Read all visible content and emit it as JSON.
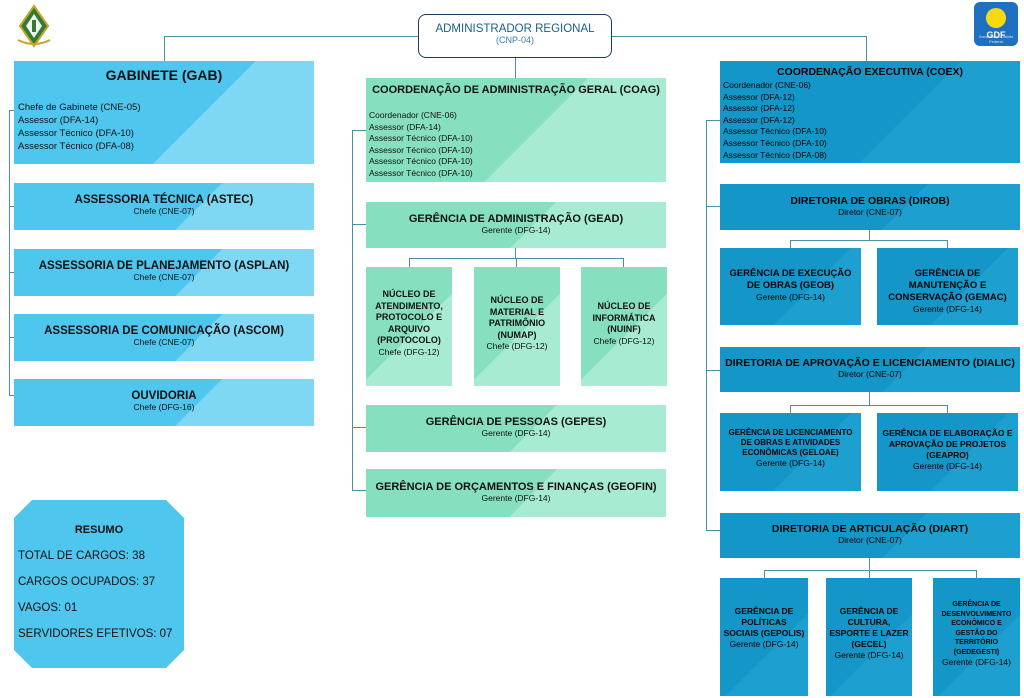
{
  "admin": {
    "title": "ADMINISTRADOR REGIONAL",
    "code": "(CNP-04)"
  },
  "gab": {
    "title": "GABINETE (GAB)",
    "lines": [
      "Chefe de Gabinete (CNE-05)",
      "Assessor (DFA-14)",
      "Assessor Técnico (DFA-10)",
      "Assessor Técnico (DFA-08)"
    ]
  },
  "astec": {
    "title": "ASSESSORIA TÉCNICA (ASTEC)",
    "sub": "Chefe (CNE-07)"
  },
  "asplan": {
    "title": "ASSESSORIA DE PLANEJAMENTO (ASPLAN)",
    "sub": "Chefe (CNE-07)"
  },
  "ascom": {
    "title": "ASSESSORIA DE COMUNICAÇÃO (ASCOM)",
    "sub": "Chefe (CNE-07)"
  },
  "ouvidoria": {
    "title": "OUVIDORIA",
    "sub": "Chefe (DFG-16)"
  },
  "summary": {
    "title": "RESUMO",
    "rows": [
      "TOTAL DE CARGOS: 38",
      "CARGOS OCUPADOS: 37",
      "VAGOS: 01",
      "SERVIDORES EFETIVOS: 07"
    ]
  },
  "coag": {
    "title": "COORDENAÇÃO DE ADMINISTRAÇÃO GERAL (COAG)",
    "lines": [
      "Coordenador (CNE-06)",
      "Assessor (DFA-14)",
      "Assessor Técnico (DFA-10)",
      "Assessor Técnico (DFA-10)",
      "Assessor Técnico (DFA-10)",
      "Assessor Técnico (DFA-10)"
    ]
  },
  "gead": {
    "title": "GERÊNCIA DE ADMINISTRAÇÃO (GEAD)",
    "sub": "Gerente (DFG-14)"
  },
  "protocolo": {
    "title": "NÚCLEO DE ATENDIMENTO, PROTOCOLO E ARQUIVO (PROTOCOLO)",
    "sub": "Chefe (DFG-12)"
  },
  "numap": {
    "title": "NÚCLEO DE MATERIAL E PATRIMÔNIO (NUMAP)",
    "sub": "Chefe (DFG-12)"
  },
  "nuinf": {
    "title": "NÚCLEO DE INFORMÁTICA (NUINF)",
    "sub": "Chefe (DFG-12)"
  },
  "gepes": {
    "title": "GERÊNCIA DE PESSOAS (GEPES)",
    "sub": "Gerente (DFG-14)"
  },
  "geofin": {
    "title": "GERÊNCIA DE ORÇAMENTOS E FINANÇAS (GEOFIN)",
    "sub": "Gerente (DFG-14)"
  },
  "coex": {
    "title": "COORDENAÇÃO EXECUTIVA (COEX)",
    "lines": [
      "Coordenador (CNE-06)",
      "Assessor (DFA-12)",
      "Assessor (DFA-12)",
      "Assessor (DFA-12)",
      "Assessor Técnico (DFA-10)",
      "Assessor Técnico (DFA-10)",
      "Assessor Técnico (DFA-08)"
    ]
  },
  "dirob": {
    "title": "DIRETORIA DE OBRAS (DIROB)",
    "sub": "Diretor (CNE-07)"
  },
  "geob": {
    "title": "GERÊNCIA DE EXECUÇÃO DE OBRAS (GEOB)",
    "sub": "Gerente (DFG-14)"
  },
  "gemac": {
    "title": "GERÊNCIA DE MANUTENÇÃO E CONSERVAÇÃO (GEMAC)",
    "sub": "Gerente (DFG-14)"
  },
  "dialic": {
    "title": "DIRETORIA DE APROVAÇÃO E LICENCIAMENTO (DIALIC)",
    "sub": "Diretor (CNE-07)"
  },
  "geloae": {
    "title": "GERÊNCIA DE LICENCIAMENTO DE OBRAS E ATIVIDADES ECONÔMICAS (GELOAE)",
    "sub": "Gerente (DFG-14)"
  },
  "geapro": {
    "title": "GERÊNCIA DE ELABORAÇÃO E APROVAÇÃO DE PROJETOS (GEAPRO)",
    "sub": "Gerente (DFG-14)"
  },
  "diart": {
    "title": "DIRETORIA DE ARTICULAÇÃO (DIART)",
    "sub": "Diretor (CNE-07)"
  },
  "gepolis": {
    "title": "GERÊNCIA DE POLÍTICAS SOCIAIS (GEPOLIS)",
    "sub": "Gerente (DFG-14)"
  },
  "gecel": {
    "title": "GERÊNCIA DE CULTURA, ESPORTE E LAZER (GECEL)",
    "sub": "Gerente (DFG-14)"
  },
  "gedegesti": {
    "title": "GERÊNCIA DE DESENVOLVIMENTO ECONÔMICO E GESTÃO DO TERRITÓRIO (GEDEGESTI)",
    "sub": "Gerente (DFG-14)"
  },
  "logo_right": {
    "text": "GDF",
    "subtext": "Governo do Distrito Federal"
  },
  "colors": {
    "left_column": "#4fc6ee",
    "center_column": "#86e0bf",
    "right_column": "#1496c8",
    "connector": "#4a8fa3",
    "admin_border": "#1b3c5e"
  }
}
